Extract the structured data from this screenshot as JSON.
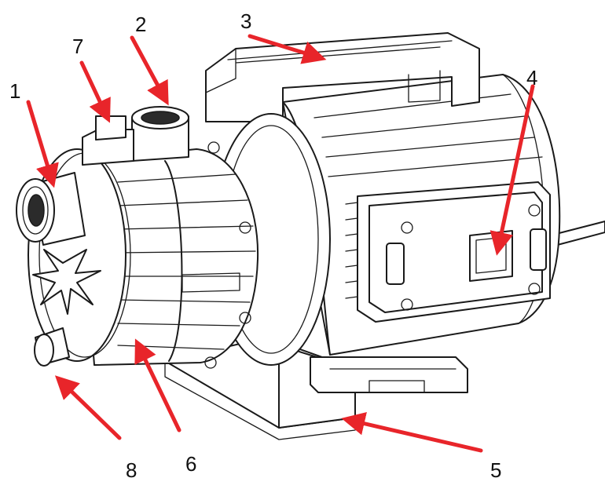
{
  "figure": {
    "accent_color": "#e8252a",
    "callouts": [
      {
        "id": "1",
        "label": "1"
      },
      {
        "id": "2",
        "label": "2"
      },
      {
        "id": "3",
        "label": "3"
      },
      {
        "id": "4",
        "label": "4"
      },
      {
        "id": "5",
        "label": "5"
      },
      {
        "id": "6",
        "label": "6"
      },
      {
        "id": "7",
        "label": "7"
      },
      {
        "id": "8",
        "label": "8"
      }
    ]
  }
}
